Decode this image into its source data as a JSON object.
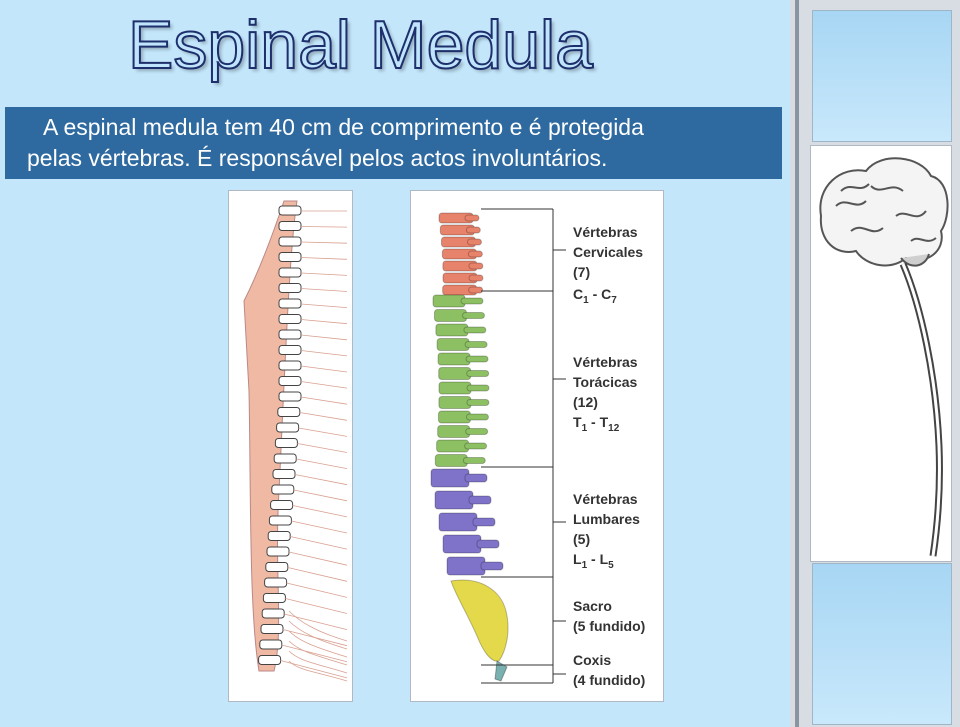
{
  "slide": {
    "title": "Espinal Medula",
    "description_line1": "A espinal medula tem 40 cm de comprimento e é protegida",
    "description_line2": "pelas vértebras. É responsável pelos actos involuntários."
  },
  "colors": {
    "background": "#c3e6fb",
    "description_box": "#2e6aa0",
    "cervical": "#e8836b",
    "thoracic": "#8cc063",
    "lumbar": "#7e72c9",
    "sacrum": "#e4d94a",
    "nerve_diagram": "#f0b9a3"
  },
  "vertebrae_diagram": {
    "groups": [
      {
        "line1": "Vértebras",
        "line2": "Cervicales",
        "count": "(7)",
        "range_a": "C",
        "range_a_sub": "1",
        "range_sep": " - ",
        "range_b": "C",
        "range_b_sub": "7"
      },
      {
        "line1": "Vértebras",
        "line2": "Torácicas",
        "count": "(12)",
        "range_a": "T",
        "range_a_sub": "1",
        "range_sep": " - ",
        "range_b": "T",
        "range_b_sub": "12"
      },
      {
        "line1": "Vértebras",
        "line2": "Lumbares",
        "count": "(5)",
        "range_a": "L",
        "range_a_sub": "1",
        "range_sep": " - ",
        "range_b": "L",
        "range_b_sub": "5"
      },
      {
        "line1": "Sacro",
        "line2": "(5 fundido)"
      },
      {
        "line1": "Coxis",
        "line2": "(4 fundido)"
      }
    ]
  },
  "icons": {
    "nerve_diagram": "spinal-nerves-illustration",
    "vertebrae_diagram": "vertebral-column-illustration",
    "brain": "brain-spinal-cord-illustration"
  }
}
